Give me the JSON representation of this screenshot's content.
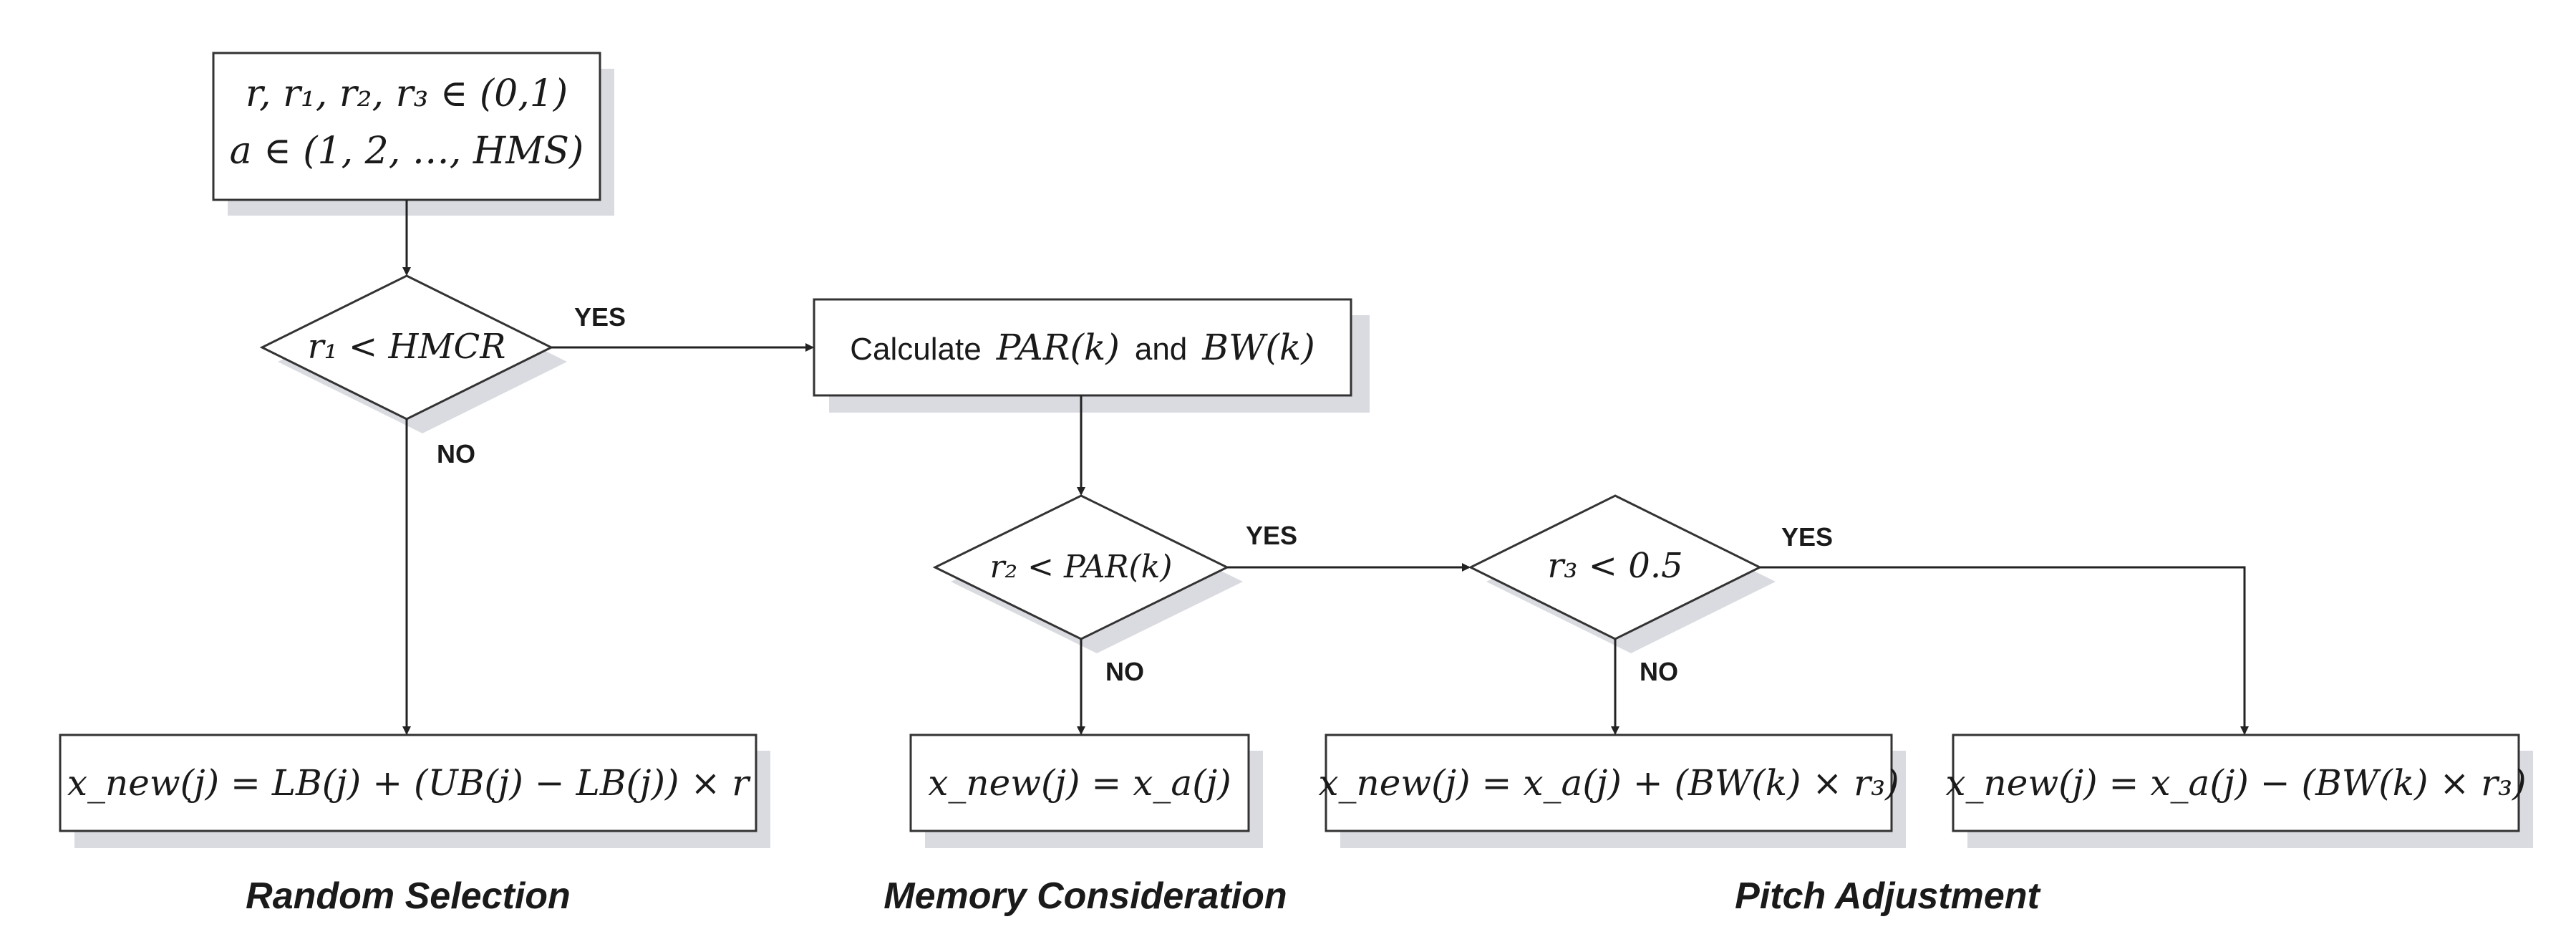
{
  "init_box": {
    "line1": "r, r₁, r₂, r₃ ∈ (0,1)",
    "line2": "a ∈ (1, 2, …, HMS)"
  },
  "decision_hmcr": {
    "text": "r₁ < HMCR"
  },
  "decision_par": {
    "text": "r₂ < PAR(k)"
  },
  "decision_half": {
    "text": "r₃ < 0.5"
  },
  "calc_box": {
    "prefix": "Calculate",
    "par": "PAR(k)",
    "and": "and",
    "bw": "BW(k)"
  },
  "branch_labels": {
    "yes": "YES",
    "no": "NO"
  },
  "result_random": {
    "text": "x_new(j) = LB(j) + (UB(j) − LB(j)) × r"
  },
  "result_memory": {
    "text": "x_new(j) = x_a(j)"
  },
  "result_pitch_plus": {
    "text": "x_new(j) = x_a(j) + (BW(k) × r₃)"
  },
  "result_pitch_minus": {
    "text": "x_new(j) = x_a(j) − (BW(k) × r₃)"
  },
  "captions": {
    "random": "Random Selection",
    "memory": "Memory Consideration",
    "pitch": "Pitch Adjustment"
  }
}
